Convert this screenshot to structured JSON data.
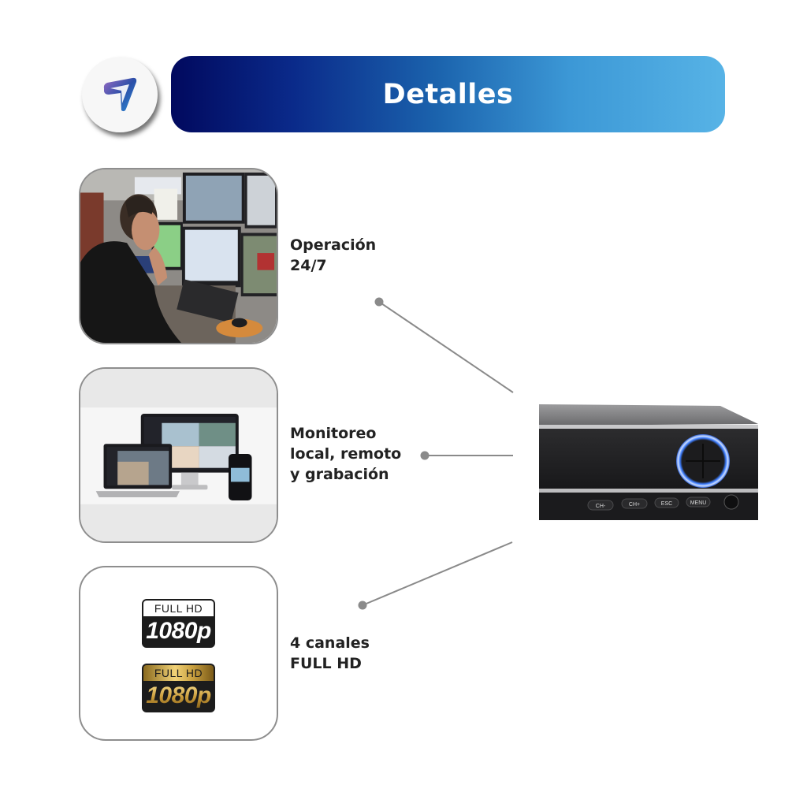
{
  "header": {
    "title": "Detalles",
    "logo_icon": "brand-arrow-logo-icon",
    "gradient_colors": [
      "#01095e",
      "#1b63ad",
      "#57b3e6"
    ]
  },
  "features": [
    {
      "label": "Operación\n24/7",
      "image": "operator-monitoring-station-photo"
    },
    {
      "label": "Monitoreo\nlocal, remoto\ny grabación",
      "image": "multi-device-monitoring-photo"
    },
    {
      "label": "4 canales\nFULL HD",
      "image": "full-hd-1080p-badges"
    }
  ],
  "badges": [
    {
      "top_text": "FULL HD",
      "bottom_text": "1080p",
      "style": "white"
    },
    {
      "top_text": "FULL HD",
      "bottom_text": "1080p",
      "style": "gold"
    }
  ],
  "device": {
    "name": "dvr-recorder",
    "buttons": [
      "CH-",
      "CH+",
      "ESC",
      "MENU"
    ],
    "ring_color": "#3d7dff"
  },
  "connector_color": "#8a8a8a"
}
